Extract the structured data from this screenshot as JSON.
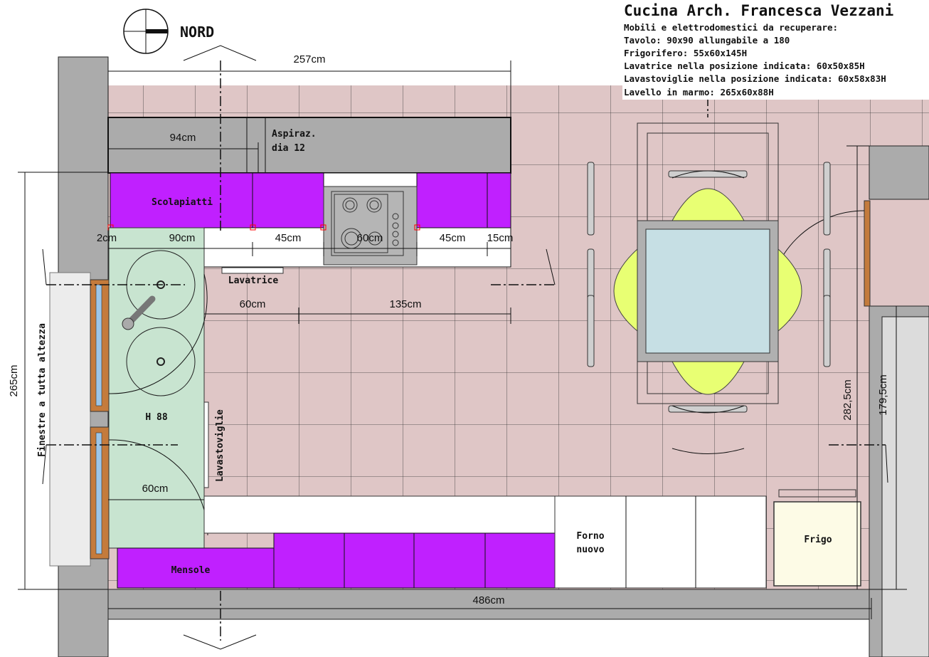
{
  "title_block": {
    "title": "Cucina Arch. Francesca Vezzani",
    "lines": [
      "Mobili e elettrodomestici da recuperare:",
      "Tavolo: 90x90 allungabile a 180",
      "Frigorifero: 55x60x145H",
      "Lavatrice nella posizione indicata: 60x50x85H",
      "Lavastoviglie nella posizione indicata: 60x58x83H",
      "Lavello in marmo: 265x60x88H"
    ]
  },
  "compass": {
    "label": "NORD"
  },
  "labels": {
    "hood_1": "Aspiraz.",
    "hood_2": "dia 12",
    "drainer": "Scolapiatti",
    "washer": "Lavatrice",
    "sink_height": "H 88",
    "dishwasher": "Lavastoviglie",
    "shelves": "Mensole",
    "oven_1": "Forno",
    "oven_2": "nuovo",
    "fridge": "Frigo",
    "windows": "Finestre a tutta altezza"
  },
  "dimensions": {
    "top_width": "257cm",
    "hood_offset": "94cm",
    "d_2": "2cm",
    "d_90": "90cm",
    "d_45a": "45cm",
    "d_60a": "60cm",
    "d_45b": "45cm",
    "d_15": "15cm",
    "d_60b": "60cm",
    "d_135": "135cm",
    "d_60c": "60cm",
    "bottom_width": "486cm",
    "left_height": "265cm",
    "right_height_a": "282,5cm",
    "right_height_b": "179,5cm"
  },
  "colors": {
    "floor": "#dfc6c6",
    "wall": "#ababab",
    "cabinet": "#c020ff",
    "sink_counter": "#c8e4d0",
    "chair": "#e8ff73",
    "table": "#c6dfe4",
    "wood": "#c47b3c",
    "fridge": "#fdfbe6"
  }
}
